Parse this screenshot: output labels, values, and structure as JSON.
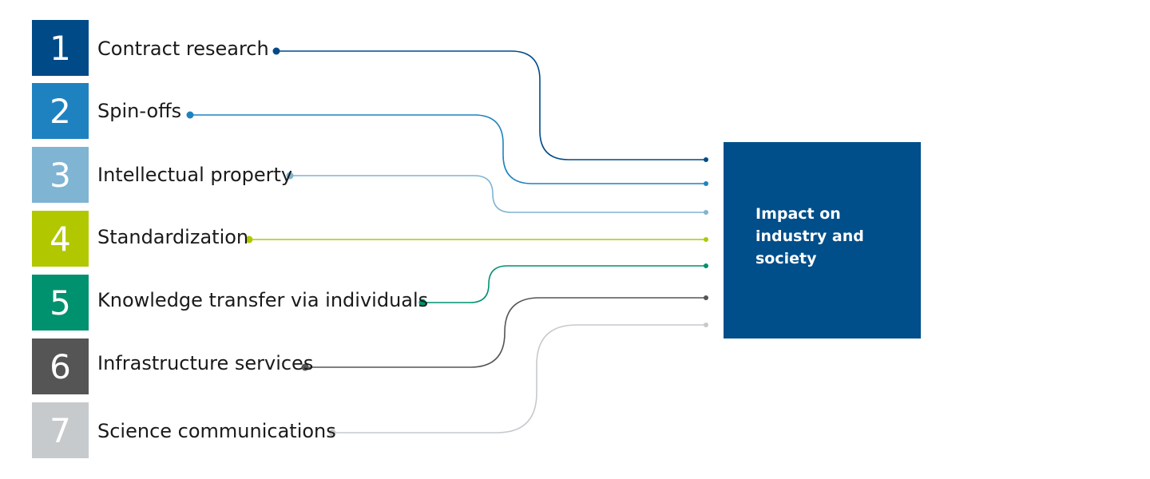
{
  "channels": [
    {
      "number": "1",
      "label": "Contract research",
      "color": "#004a87"
    },
    {
      "number": "2",
      "label": "Spin-offs",
      "color": "#1f82c0"
    },
    {
      "number": "3",
      "label": "Intellectual property",
      "color": "#7fb4d3"
    },
    {
      "number": "4",
      "label": "Standardization",
      "color": "#b1c800"
    },
    {
      "number": "5",
      "label": "Knowledge transfer via individuals",
      "color": "#00916e"
    },
    {
      "number": "6",
      "label": "Infrastructure services",
      "color": "#555555"
    },
    {
      "number": "7",
      "label": "Science communications",
      "color": "#c6cacd"
    }
  ],
  "target": {
    "lines": [
      "Impact on",
      "industry and",
      "society"
    ],
    "color": "#004e8a"
  }
}
